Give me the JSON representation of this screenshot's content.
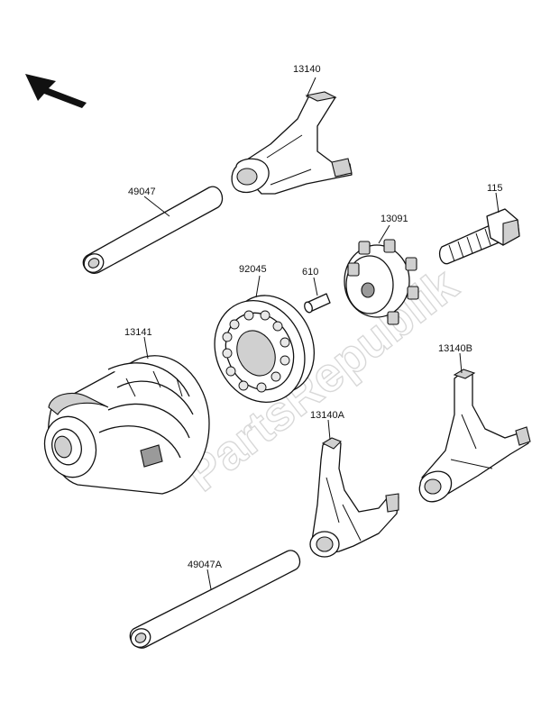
{
  "watermark": "PartsRepublik",
  "parts": [
    {
      "id": "shift-fork-top",
      "number": "13140"
    },
    {
      "id": "shaft-top",
      "number": "49047"
    },
    {
      "id": "bolt",
      "number": "115"
    },
    {
      "id": "shift-drum-cam",
      "number": "13091"
    },
    {
      "id": "bearing",
      "number": "92045"
    },
    {
      "id": "pin",
      "number": "610"
    },
    {
      "id": "shift-drum",
      "number": "13141"
    },
    {
      "id": "shift-fork-b",
      "number": "13140B"
    },
    {
      "id": "shift-fork-a",
      "number": "13140A"
    },
    {
      "id": "shaft-bottom",
      "number": "49047A"
    }
  ],
  "icons": {
    "direction_arrow": "arrow-up-left-icon"
  }
}
